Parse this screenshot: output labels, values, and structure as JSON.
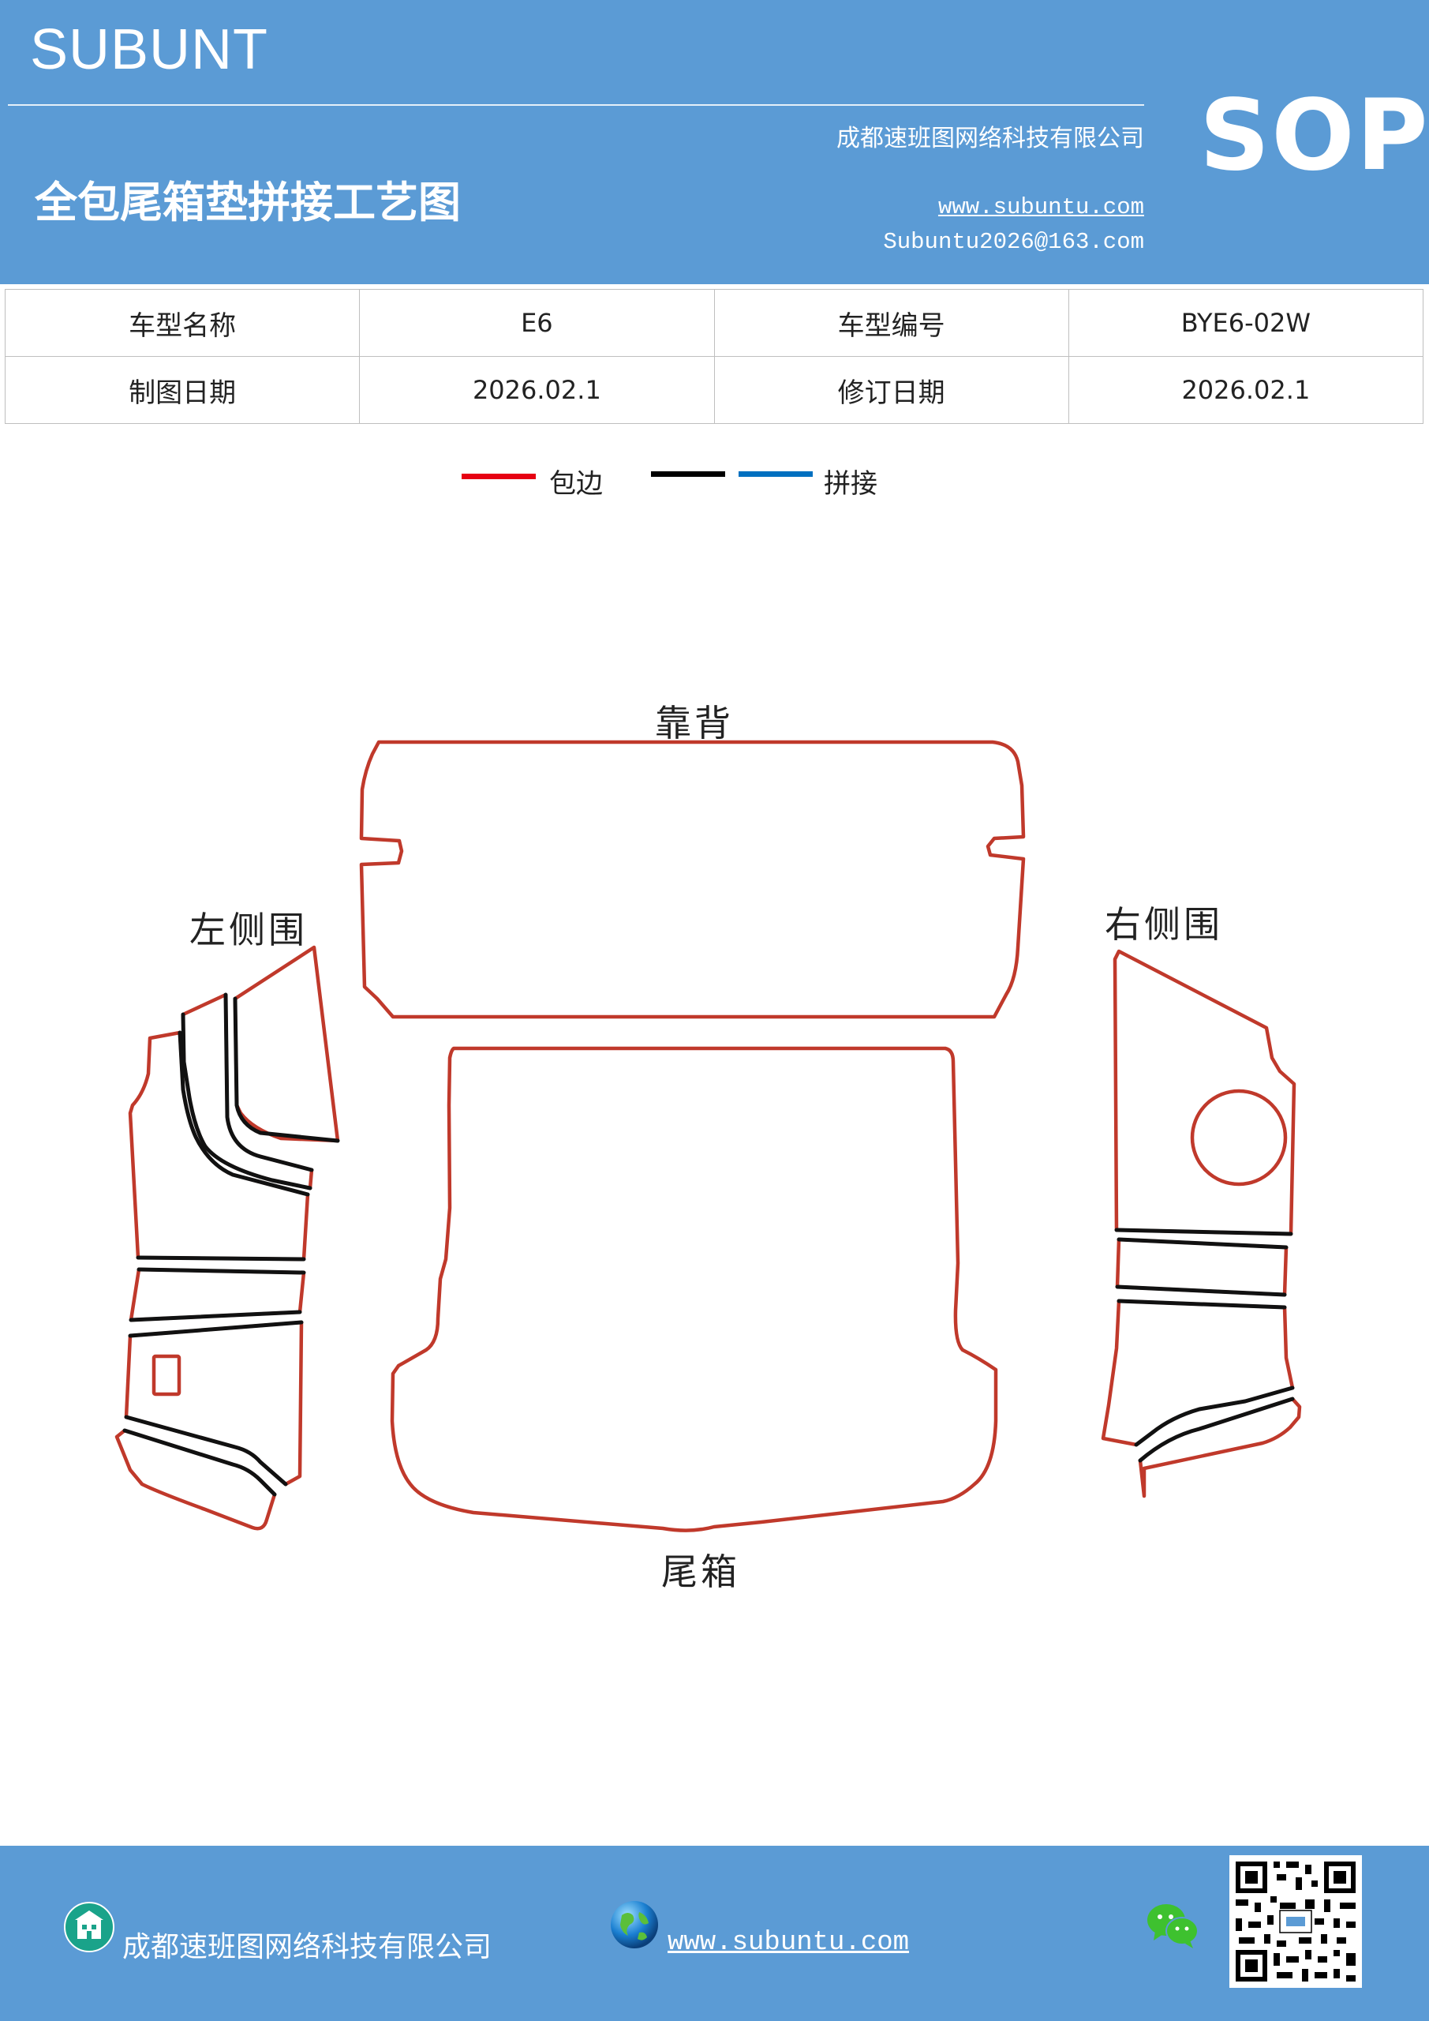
{
  "header": {
    "brand": "SUBUNT",
    "title": "全包尾箱垫拼接工艺图",
    "company": "成都速班图网络科技有限公司",
    "website": "www.subuntu.com",
    "email": "Subuntu2026@163.com",
    "badge": "SOP"
  },
  "info_table": {
    "rows": [
      {
        "label1": "车型名称",
        "value1": "E6",
        "label2": "车型编号",
        "value2": "BYE6-02W"
      },
      {
        "label1": "制图日期",
        "value1": "2026.02.1",
        "label2": "修订日期",
        "value2": "2026.02.1"
      }
    ]
  },
  "legend": {
    "items": [
      {
        "label": "包边",
        "colors": [
          "#e60012"
        ]
      },
      {
        "label": "拼接",
        "colors": [
          "#000000",
          "#0070c0"
        ]
      }
    ]
  },
  "diagram": {
    "parts": {
      "backrest": "靠背",
      "left_side": "左侧围",
      "right_side": "右侧围",
      "trunk": "尾箱"
    },
    "colors": {
      "edge": "#c0392b",
      "seam": "#111111"
    }
  },
  "footer": {
    "company": "成都速班图网络科技有限公司",
    "website": "www.subuntu.com",
    "icons": [
      "building-icon",
      "globe-icon",
      "wechat-icon",
      "qr-code"
    ]
  },
  "colors": {
    "brand_blue": "#5b9bd5"
  }
}
